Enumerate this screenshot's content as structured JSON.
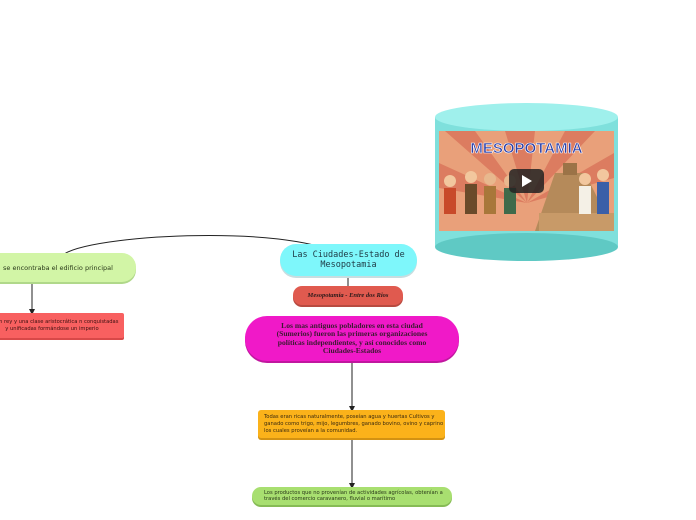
{
  "mindmap": {
    "root": "Las Ciudades-Estado de Mesopotamia",
    "subtitle": "Mesopotamia - Entre dos Rios",
    "pink_node": "Los mas antiguos pobladores en esta ciudad (Sumerios) fueron las primeras organizaciones políticas independientes, y así conocidos como Ciudades-Estados",
    "orange_node": "Todas eran ricas naturalmente, poseían agua y huertas Cultivos y ganado como trigo, mijo, legumbres, ganado bovino, ovino y caprino los cuales proveían a la comunidad.",
    "green_node": "Los productos que no provenían de actividades agrícolas, obtenían a través del comercio caravanero, fluvial o marítimo",
    "left_green_node": "se encontraba el edificio principal",
    "red_node": "por un rey y una clase aristocrática n conquistadas y unificadas formándose un imperio"
  },
  "video": {
    "title": "MESOPOTAMIA",
    "play_icon": "play-icon"
  },
  "colors": {
    "root": "#7ef7fb",
    "subtitle": "#e05a4f",
    "pink": "#f019c8",
    "orange": "#fbb21a",
    "green": "#a8df70",
    "left_green": "#d2f5a6",
    "red": "#f86060",
    "video_frame": "#7fe0dc"
  }
}
